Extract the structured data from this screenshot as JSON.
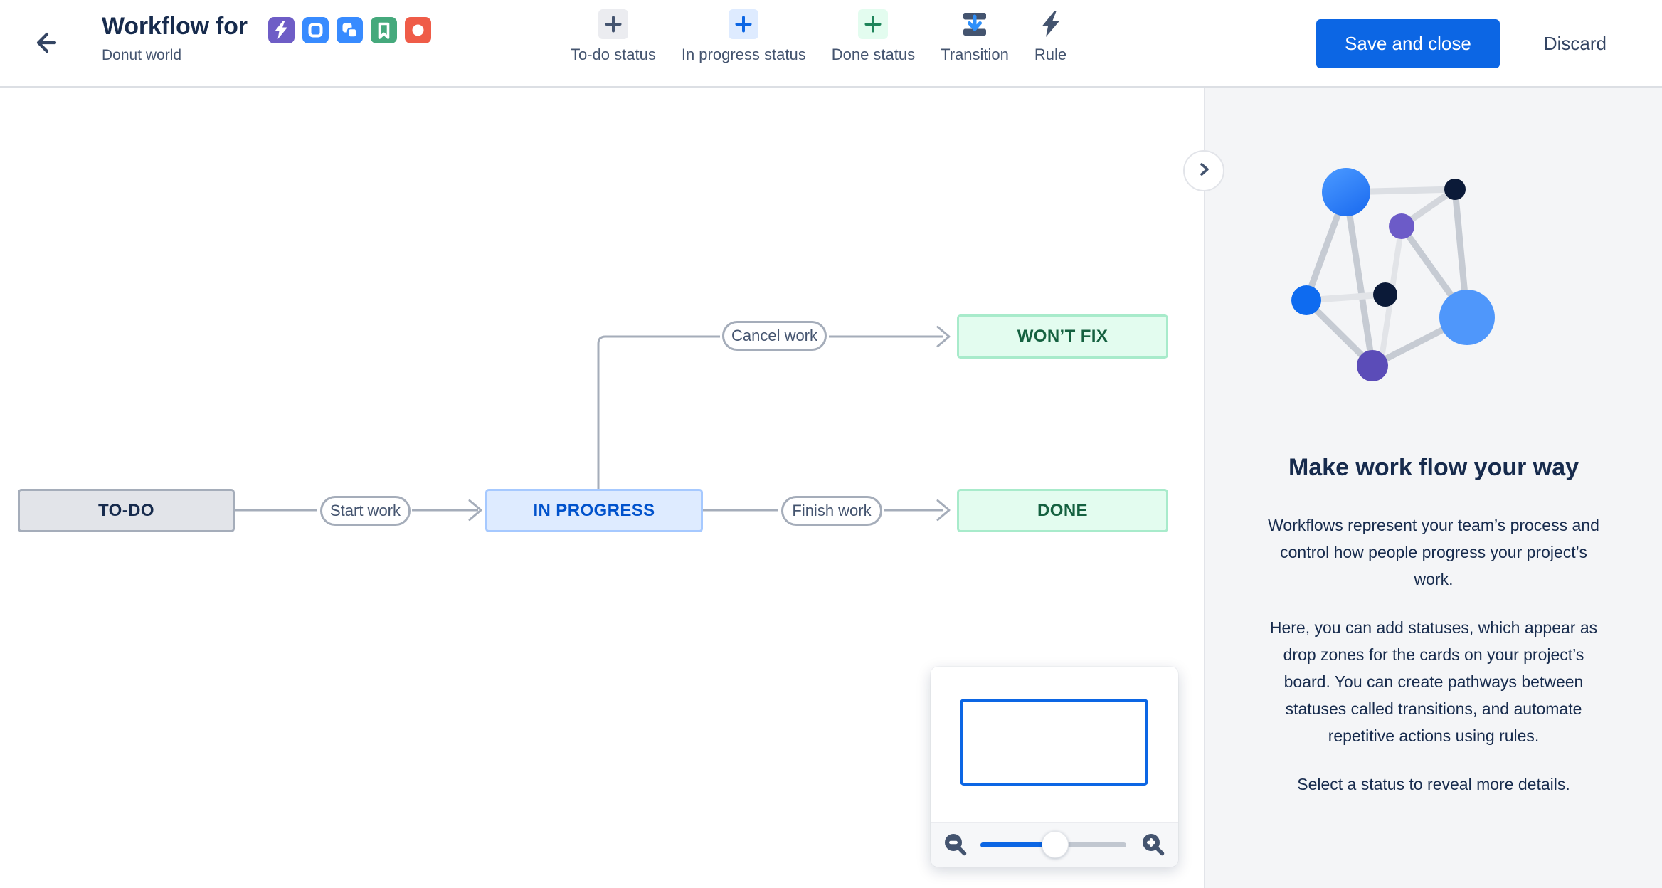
{
  "header": {
    "title": "Workflow for",
    "subtitle": "Donut world",
    "issue_type_icons": [
      {
        "name": "epic-icon",
        "color": "#6E5DC6"
      },
      {
        "name": "task-icon",
        "color": "#388BFF"
      },
      {
        "name": "subtask-icon",
        "color": "#388BFF"
      },
      {
        "name": "story-icon",
        "color": "#45A97C"
      },
      {
        "name": "bug-icon",
        "color": "#EF5C48"
      }
    ],
    "toolbar": [
      {
        "label": "To-do status",
        "icon": "plus-icon",
        "icon_bg": "#EBECF0",
        "icon_color": "#44546F"
      },
      {
        "label": "In progress status",
        "icon": "plus-icon",
        "icon_bg": "#DEEBFF",
        "icon_color": "#0C66E4"
      },
      {
        "label": "Done status",
        "icon": "plus-icon",
        "icon_bg": "#E3FCEF",
        "icon_color": "#1F845A"
      },
      {
        "label": "Transition",
        "icon": "transition-icon",
        "icon_bg": "transparent",
        "icon_color": "#44546F"
      },
      {
        "label": "Rule",
        "icon": "lightning-icon",
        "icon_bg": "transparent",
        "icon_color": "#44546F"
      }
    ],
    "actions": {
      "save": "Save and close",
      "discard": "Discard",
      "save_color": "#0C66E4"
    }
  },
  "canvas": {
    "statuses": [
      {
        "label": "TO-DO",
        "category": "todo",
        "bg": "#E2E4E9",
        "border": "#A5ADBA",
        "text_color": "#172B4D"
      },
      {
        "label": "IN PROGRESS",
        "category": "in-progress",
        "bg": "#DEEBFF",
        "border": "#A6C9FF",
        "text_color": "#0052CC"
      },
      {
        "label": "DONE",
        "category": "done",
        "bg": "#E3FCEF",
        "border": "#A8EBCB",
        "text_color": "#156140"
      },
      {
        "label": "WON’T FIX",
        "category": "done",
        "bg": "#E3FCEF",
        "border": "#A8EBCB",
        "text_color": "#156140"
      }
    ],
    "transitions": [
      {
        "label": "Start work",
        "from": "TO-DO",
        "to": "IN PROGRESS"
      },
      {
        "label": "Finish work",
        "from": "IN PROGRESS",
        "to": "DONE"
      },
      {
        "label": "Cancel work",
        "from": "IN PROGRESS",
        "to": "WON’T FIX"
      }
    ],
    "connector_color": "#A5ADBA",
    "minimap": {
      "viewport_color": "#0C66E4",
      "zoom_percent": 51,
      "zoom_out_icon": "magnifier-minus-icon",
      "zoom_in_icon": "magnifier-plus-icon"
    }
  },
  "side_panel": {
    "collapse_icon": "chevron-right-icon",
    "illustration": "network-graph",
    "heading": "Make work flow your way",
    "paragraphs": [
      "Workflows represent your team’s process and control how people progress your project’s work.",
      "Here, you can add statuses, which appear as drop zones for the cards on your project’s board. You can create pathways between statuses called transitions, and automate repetitive actions using rules.",
      "Select a status to reveal more details."
    ]
  }
}
